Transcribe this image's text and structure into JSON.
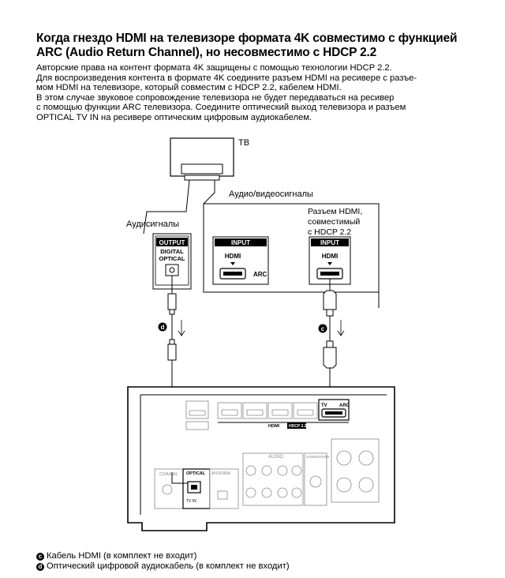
{
  "heading": {
    "line1": "Когда гнездо HDMI на телевизоре формата 4K совместимо с функцией",
    "line2": "ARC (Audio Return Channel), но несовместимо с HDCP 2.2"
  },
  "body_lines": [
    "Авторские права на контент формата 4K защищены с помощью технологии HDCP 2.2.",
    "Для воспроизведения контента в формате 4K соедините разъем HDMI на ресивере с разъе-",
    "мом HDMI на телевизоре, который совместим с HDCP 2.2, кабелем HDMI.",
    "В этом случае звуковое сопровождение телевизора не будет передаваться на ресивер",
    "с помощью функции ARC телевизора. Соедините оптический выход телевизора и разъем",
    "OPTICAL TV IN на ресивере оптическим цифровым аудиокабелем."
  ],
  "diagram": {
    "tv_label": "ТВ",
    "av_signals_label": "Аудио/видеосигналы",
    "audio_signals_label": "Аудисигналы",
    "hdmi_compatible_label": [
      "Разъем HDMI,",
      "совместимый",
      "с HDCP 2.2"
    ],
    "output_box": {
      "header": "OUTPUT",
      "line1": "DIGITAL",
      "line2": "OPTICAL"
    },
    "input_box_arc": {
      "header": "INPUT",
      "label": "HDMI",
      "arc": "ARC"
    },
    "input_box_hdcp": {
      "header": "INPUT",
      "label": "HDMI"
    },
    "cable_c_marker": "c",
    "cable_d_marker": "d",
    "receiver": {
      "hdmi_bar_label": "HDMI",
      "hdmi_bar_tag": "HDCP 2.2",
      "tv_port_label": "TV",
      "arc_port_label": "ARC",
      "coaxial_label": "COAXIAL",
      "optical_label": "OPTICAL",
      "optical_tv_in": "TV IN",
      "antenna_label": "ANTENNA",
      "audio_label": "AUDIO",
      "subwoofer_label": "SUBWOOFER"
    }
  },
  "footnotes": [
    {
      "marker": "c",
      "text": "Кабель HDMI (в комплект не входит)"
    },
    {
      "marker": "d",
      "text": "Оптический цифровой аудиокабель (в комплект не входит)"
    }
  ]
}
